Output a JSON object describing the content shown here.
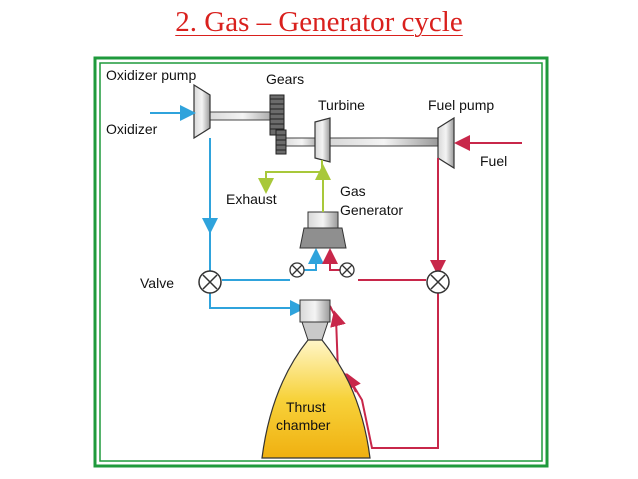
{
  "title": "2. Gas – Generator cycle",
  "labels": {
    "oxidizer_pump": "Oxidizer pump",
    "gears": "Gears",
    "turbine": "Turbine",
    "fuel_pump": "Fuel pump",
    "oxidizer": "Oxidizer",
    "fuel": "Fuel",
    "exhaust": "Exhaust",
    "gas_generator_line1": "Gas",
    "gas_generator_line2": "Generator",
    "valve": "Valve",
    "thrust_line1": "Thrust",
    "thrust_line2": "chamber"
  },
  "colors": {
    "title": "#d9201d",
    "frame": "#1f9a3c",
    "oxidizer_line": "#2fa3dc",
    "fuel_line": "#c8274a",
    "exhaust_line": "#a8c83a",
    "thrust_fill": "#f5c31a"
  }
}
